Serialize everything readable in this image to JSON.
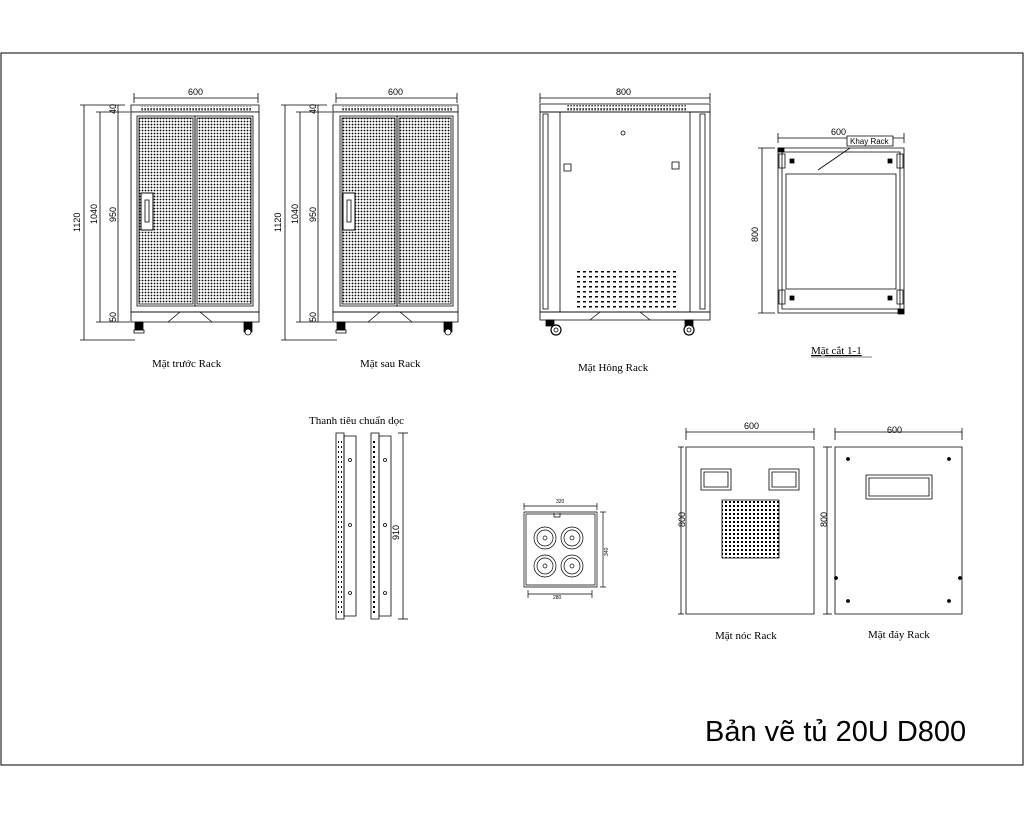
{
  "title": "Bản vẽ tủ 20U D800",
  "views": {
    "front": {
      "label": "Mặt trước Rack",
      "width": "600",
      "height_total": "1120",
      "height_body": "1040",
      "height_door": "950",
      "top_gap": "40",
      "bottom_gap": "50"
    },
    "back": {
      "label": "Mặt sau Rack",
      "width": "600",
      "height_total": "1120",
      "height_body": "1040",
      "height_door": "950",
      "top_gap": "40",
      "bottom_gap": "50"
    },
    "side": {
      "label": "Mặt Hông Rack",
      "depth": "800"
    },
    "section": {
      "label": "Mặt cắt 1-1",
      "width": "600",
      "depth": "800",
      "tray_label": "Khay Rack"
    },
    "rail": {
      "label": "Thanh tiêu chuẩn dọc",
      "height": "910"
    },
    "fan": {
      "top_dim": "320",
      "bottom_dim": "280",
      "side_dim": "340"
    },
    "top": {
      "label": "Mặt nóc Rack",
      "width": "600",
      "depth": "800"
    },
    "bottom": {
      "label": "Mặt đáy Rack",
      "width": "600",
      "depth": "800"
    }
  }
}
